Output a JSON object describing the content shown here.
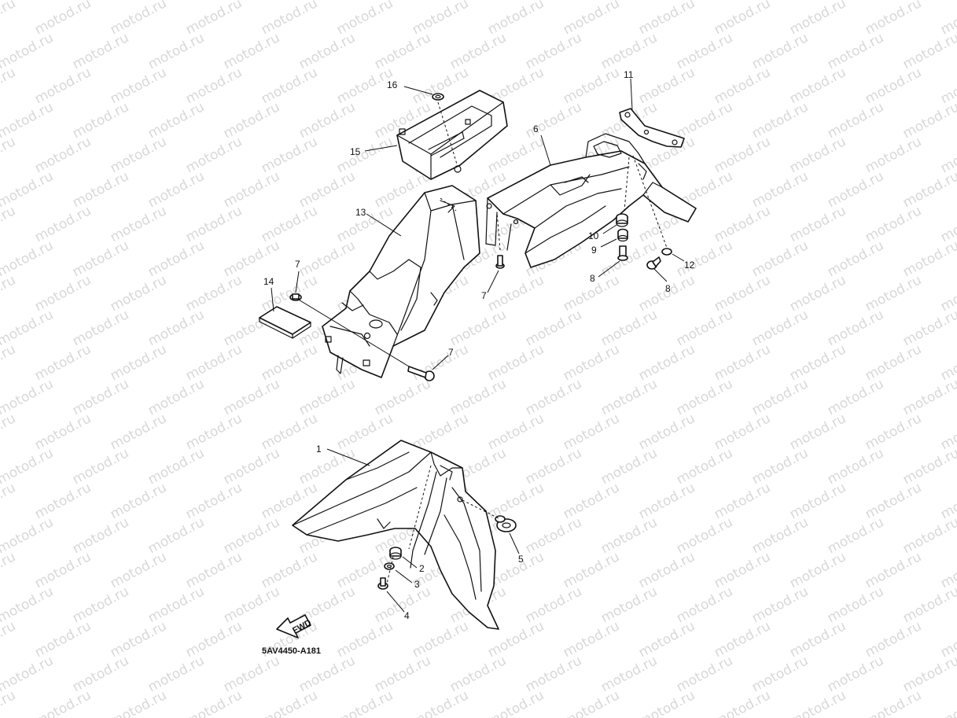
{
  "watermark": "motod.ru",
  "diagram_code": "5AV4450-A181",
  "fwd_label": "FWD",
  "callouts": [
    {
      "id": "c1",
      "label": "1"
    },
    {
      "id": "c2",
      "label": "2"
    },
    {
      "id": "c3",
      "label": "3"
    },
    {
      "id": "c4",
      "label": "4"
    },
    {
      "id": "c5",
      "label": "5"
    },
    {
      "id": "c6",
      "label": "6"
    },
    {
      "id": "c7a",
      "label": "7"
    },
    {
      "id": "c7b",
      "label": "7"
    },
    {
      "id": "c7c",
      "label": "7"
    },
    {
      "id": "c8a",
      "label": "8"
    },
    {
      "id": "c8b",
      "label": "8"
    },
    {
      "id": "c9",
      "label": "9"
    },
    {
      "id": "c10",
      "label": "10"
    },
    {
      "id": "c11",
      "label": "11"
    },
    {
      "id": "c12",
      "label": "12"
    },
    {
      "id": "c13",
      "label": "13"
    },
    {
      "id": "c14",
      "label": "14"
    },
    {
      "id": "c15",
      "label": "15"
    },
    {
      "id": "c16",
      "label": "16"
    }
  ]
}
